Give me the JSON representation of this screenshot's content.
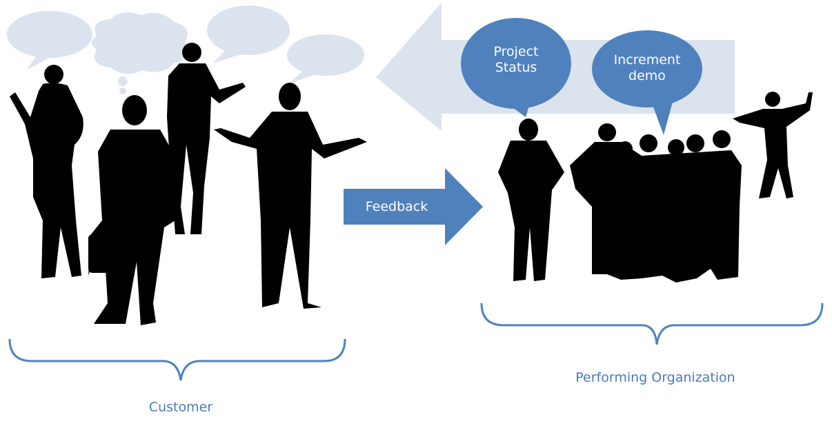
{
  "diagram": {
    "bubbles": {
      "project_status": {
        "line1": "Project",
        "line2": "Status"
      },
      "increment_demo": {
        "line1": "Increment",
        "line2": "demo"
      }
    },
    "feedback_label": "Feedback",
    "groups": {
      "customer": "Customer",
      "performing_organization": "Performing Organization"
    },
    "colors": {
      "accent": "#4f81bd",
      "light_accent": "#dbe3ef",
      "silhouette": "#000000",
      "label_text": "#4a7ab8"
    }
  }
}
